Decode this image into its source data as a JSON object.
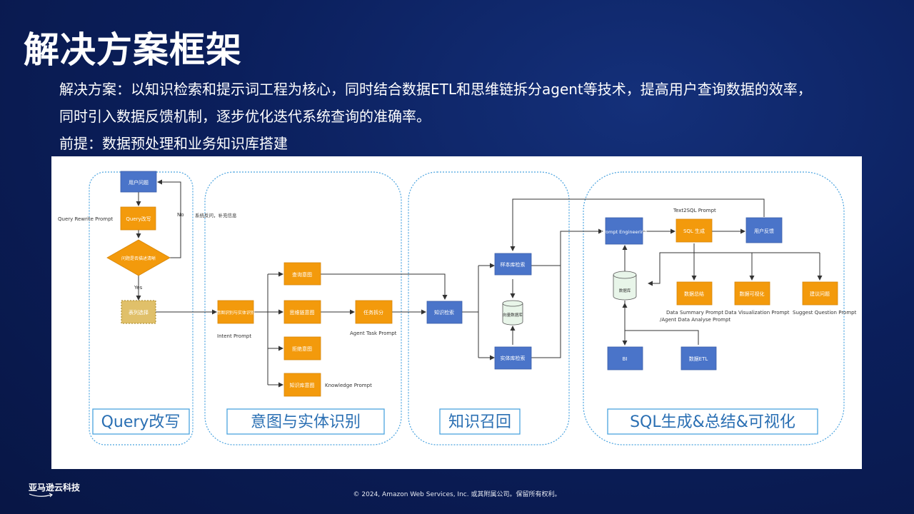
{
  "title": "解决方案框架",
  "desc_line1": "解决方案：以知识检索和提示词工程为核心，同时结合数据ETL和思维链拆分agent等技术，提高用户查询数据的效率，",
  "desc_line2": "同时引入数据反馈机制，逐步优化迭代系统查询的准确率。",
  "premise": "前提：数据预处理和业务知识库搭建",
  "diagram": {
    "sections": {
      "s1": "Query改写",
      "s2": "意图与实体识别",
      "s3": "知识召回",
      "s4": "SQL生成&总结&可视化"
    },
    "nodes": {
      "user_question": "用户问题",
      "query_rewrite": "Query改写",
      "decision": "问题是否描述清晰",
      "table_select": "表列选择",
      "intent_entity": "意图识别与实体识别",
      "query_intent": "查询意图",
      "cot_intent": "思维链意图",
      "reject_intent": "拒绝意图",
      "kb_intent": "知识库意图",
      "task_split": "任务拆分",
      "knowledge_retrieval": "知识检索",
      "sample_retrieval": "样本库检索",
      "vector_db": "向量数据库",
      "entity_retrieval": "实体库检索",
      "prompt_engineering": "Prompt Engineering",
      "sql_gen": "SQL 生成",
      "user_feedback": "用户反馈",
      "database": "数据库",
      "data_summary": "数据总结",
      "data_viz": "数据可视化",
      "suggest_q": "建议问题",
      "bi": "BI",
      "data_etl": "数据ETL"
    },
    "labels": {
      "query_rewrite_prompt": "Query Rewrite Prompt",
      "no": "No",
      "yes": "Yes",
      "system_ask": "系统反问，补充信息",
      "intent_prompt": "Intent Prompt",
      "agent_task_prompt": "Agent Task Prompt",
      "knowledge_prompt": "Knowledge Prompt",
      "text2sql_prompt": "Text2SQL Prompt",
      "data_summary_prompt": "Data Summary Prompt",
      "agent_analyse_prompt": "/Agent Data Analyse Prompt",
      "data_viz_prompt": "Data Visualization Prompt",
      "suggest_q_prompt": "Suggest Question Prompt"
    }
  },
  "logo": "亚马逊云科技",
  "footer": "© 2024, Amazon Web Services, Inc. 或其附属公司。保留所有权利。",
  "colors": {
    "orange": "#f39a0c",
    "blue_node": "#4a74c9",
    "section_border": "#4aa3df",
    "section_text": "#2a6fb3"
  }
}
